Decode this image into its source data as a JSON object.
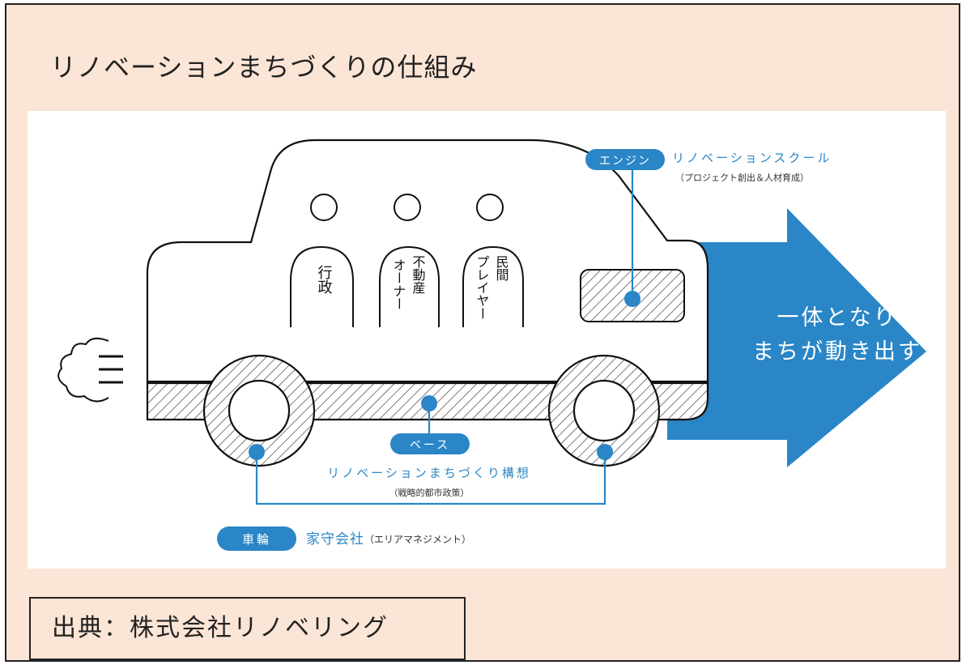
{
  "title": "リノベーションまちづくりの仕組み",
  "source": "出典：株式会社リノベリング",
  "colors": {
    "accent": "#2a86c6",
    "background": "#fbe5d6"
  },
  "people": [
    {
      "lines": [
        "行",
        "政"
      ]
    },
    {
      "lines": [
        "オーナー",
        "不動産"
      ]
    },
    {
      "lines": [
        "プレイヤー",
        "民間"
      ]
    }
  ],
  "engine": {
    "label": "エンジン",
    "name": "リノベーションスクール",
    "sub": "（プロジェクト創出＆人材育成）"
  },
  "base": {
    "label": "ベース",
    "name": "リノベーションまちづくり構想",
    "sub": "（戦略的都市政策）"
  },
  "wheel": {
    "label": "車輪",
    "name": "家守会社",
    "sub": "（エリアマネジメント）"
  },
  "arrow": {
    "line1": "一体となり",
    "line2": "まちが動き出す"
  }
}
